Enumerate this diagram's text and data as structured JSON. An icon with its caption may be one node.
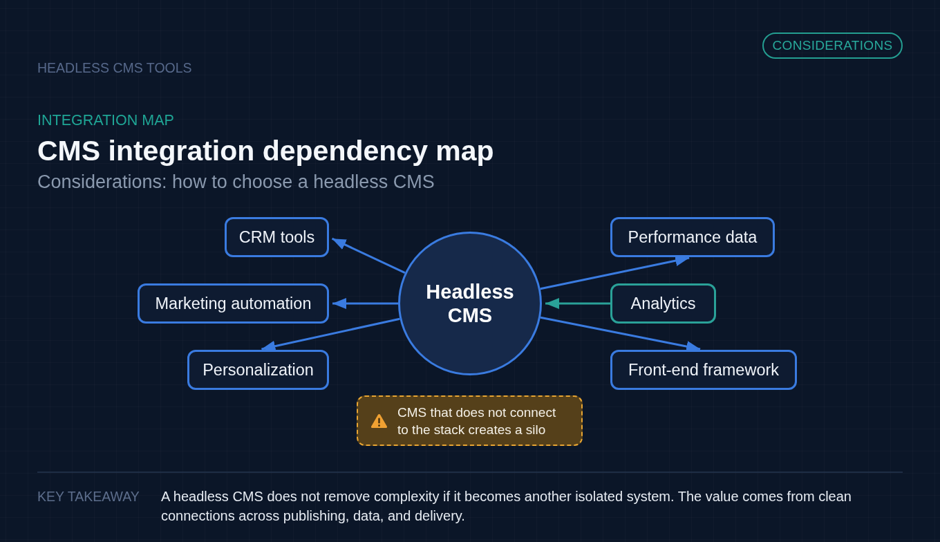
{
  "diagram": {
    "title": "CMS integration dependency map",
    "nodes": [
      {
        "text": [
          "CONSIDERATIONS"
        ]
      },
      {
        "text": [
          "CRM tools"
        ]
      },
      {
        "text": [
          "Marketing automation"
        ]
      },
      {
        "text": [
          "Personalization"
        ]
      },
      {
        "text": [
          "Headless CMS"
        ]
      },
      {
        "text": [
          "Performance data"
        ]
      },
      {
        "text": [
          "Analytics"
        ]
      },
      {
        "text": [
          "Front-end framework"
        ]
      },
      {
        "text": [
          "CMS that does not connect to the stack creates a silo"
        ]
      }
    ],
    "edges": [
      {
        "from": 4,
        "to": 1,
        "arrow": "to"
      },
      {
        "from": 4,
        "to": 2,
        "arrow": "to"
      },
      {
        "from": 4,
        "to": 3,
        "arrow": "to"
      },
      {
        "from": 4,
        "to": 5,
        "arrow": "to"
      },
      {
        "from": 6,
        "to": 4,
        "arrow": "to",
        "color": "#2aa198"
      },
      {
        "from": 4,
        "to": 7,
        "arrow": "to"
      }
    ],
    "labels": [
      "HEADLESS CMS TOOLS",
      "INTEGRATION MAP",
      "Considerations: how to choose a headless CMS",
      "KEY TAKEAWAY",
      "A headless CMS does not remove complexity if it becomes another isolated system. The value comes from clean connections across publishing, data, and delivery."
    ]
  }
}
